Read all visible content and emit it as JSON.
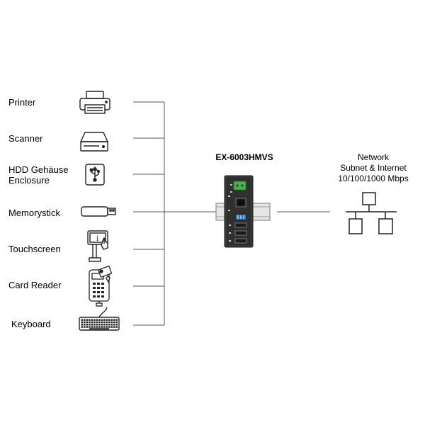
{
  "devices": [
    {
      "label": "Printer",
      "icon": "printer-icon"
    },
    {
      "label": "Scanner",
      "icon": "scanner-icon"
    },
    {
      "label": "HDD Gehäuse",
      "label2": "Enclosure",
      "icon": "usb-drive-icon"
    },
    {
      "label": "Memorystick",
      "icon": "usb-stick-icon"
    },
    {
      "label": "Touchscreen",
      "icon": "touchscreen-kiosk-icon"
    },
    {
      "label": "Card Reader",
      "icon": "card-reader-icon"
    },
    {
      "label": "Keyboard",
      "icon": "keyboard-icon"
    }
  ],
  "hub": {
    "model": "EX-6003HMVS",
    "terminal_color": "#4caf50",
    "switch_color": "#1976d2"
  },
  "network": {
    "line1": "Network",
    "line2": "Subnet & Internet",
    "line3": "10/100/1000 Mbps",
    "icon": "network-topology-icon"
  }
}
